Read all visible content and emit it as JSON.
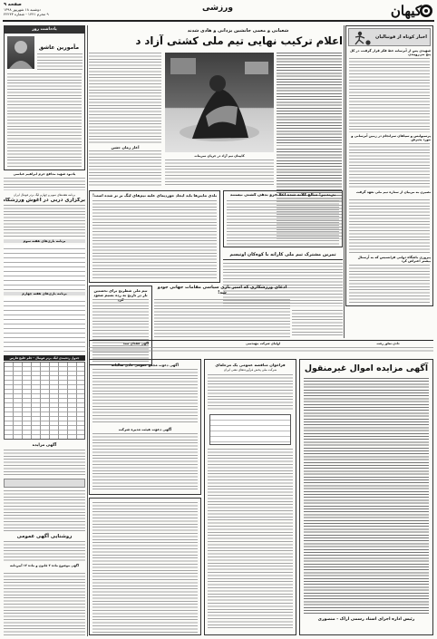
{
  "masthead": {
    "logo": "کیهان",
    "page_label": "صفحه ۹",
    "date_line1": "دوشنبه ۱۸ شهریور ۱۳۹۸",
    "date_line2": "۹ محرم ۱۴۴۱ - شماره ۲۲۲۴۳",
    "section": "ورزشی"
  },
  "main": {
    "kicker": "شعبانی و معمی جانشین یزدانی و هادی شدند",
    "headline": "اعلام ترکیب نهایی تیم ملی کشتی آزاد در رقابت‌های جهانی"
  },
  "left": {
    "note_header": "یادداشت روز",
    "name": "مأمورین عاشق",
    "obit_title": "یادبود شهید مدافع حرم ابراهیم عباسی",
    "mid_title": "برنامه هفته‌های سوم و چهارم لیگ برتر فوتبال ایران",
    "mid_headline": "برگزاری دربی در آغوش ورزشگاه",
    "schedule_header": "برنامه بازی‌های هفته سوم",
    "schedule_footer": "برنامه بازی‌های هفته چهارم",
    "table_header": "جدول رده‌بندی لیگ برتر فوتبال - جام خلیج فارس",
    "ad_header": "آگهی مزایده",
    "recall_header": "روشنایی آگهی عمومی",
    "recall_sub": "آگهی موضوع ماده ۳ قانون و ماده ۱۳ آیین‌نامه"
  },
  "right": {
    "box_title": "اخبار کوتاه از فوتبالیان",
    "side1": "شهیدی پس از آبرسانه خط فکر قرار گرفت، در کل پنج می‌روپیدن",
    "side2": "پرسپولیس و سپاهان سرانجام در زمین آبرسانی و مورد پذیرش",
    "side3": "نصیرن به مربیان از ستاره تیم ملی تعهد گرفت",
    "side4": "پیروزی باشگاه دولتی فرانسیس که به آرسنال بیشتر اعتراض کرد"
  },
  "center": {
    "photo_credit": "کاپیتان تیم آزاد در جریان تمرینات",
    "body_title": "آغاز زمان جشن",
    "b1_title": "بی‌تدبیر! مبالغ کلانه شده اعلا جزو بدهی کشتی نیستند",
    "b2_title": "بلدی ماینرها باید ایجاد جوردیه‌ای علیه تیم‌های لیگ بر تر شده است!",
    "b3_title": "تمرین مشترک تیم ملی کاراته با کوه‌کان آوتیسم",
    "b4_title": "ادعای ورزشکاری که اسیر بازی سیاسی مقامات جهانی جودو شد!",
    "b5_title": "تیم ملی شطرنج برای نخستین بار در تاریخ به رده بسیم صعود کرد",
    "ad_big": "آگهی مزایده اموال غیرمنقول",
    "ad_sign": "رئیس اداره اجرای اسناد رسمی اراک - منصوری",
    "ad_mid_title": "فراخوان مناقصه عمومی یک مرحله‌ای",
    "ad_mid_sub": "شرکت ملی پخش فرآورده‌های نفتی ایران",
    "ad_left_title": "آگهی دعوت مجمع عمومی عادی سالیانه",
    "ad_left_title2": "آگهی دعوت هیئت مدیره شرکت",
    "strip1": "دادن تعلق رفت",
    "strip2": "اولیای شرکت مهندسی",
    "strip3": "آگهی فقدان سند"
  }
}
